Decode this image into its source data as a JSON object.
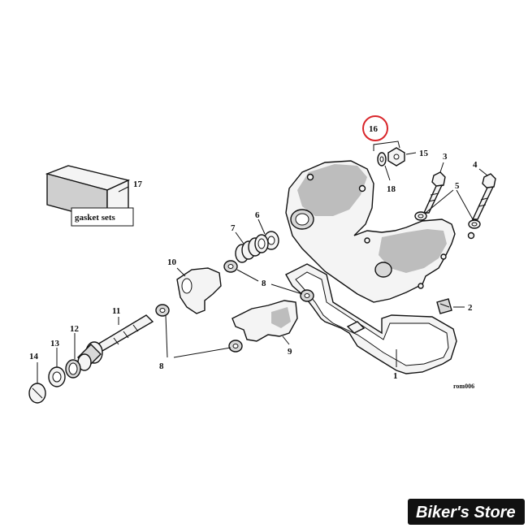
{
  "callouts": {
    "c1": "1",
    "c2": "2",
    "c3": "3",
    "c4": "4",
    "c5": "5",
    "c6": "6",
    "c7": "7",
    "c8a": "8",
    "c8b": "8",
    "c9": "9",
    "c10": "10",
    "c11": "11",
    "c12": "12",
    "c13": "13",
    "c14": "14",
    "c15": "15",
    "c16": "16",
    "c17": "17",
    "c18": "18"
  },
  "gasket_label": "gasket sets",
  "drawing_code": "rom006",
  "logo": "Biker's Store",
  "colors": {
    "highlight_ring": "#d9262b",
    "logo_bg": "#111111",
    "logo_text": "#ffffff"
  }
}
